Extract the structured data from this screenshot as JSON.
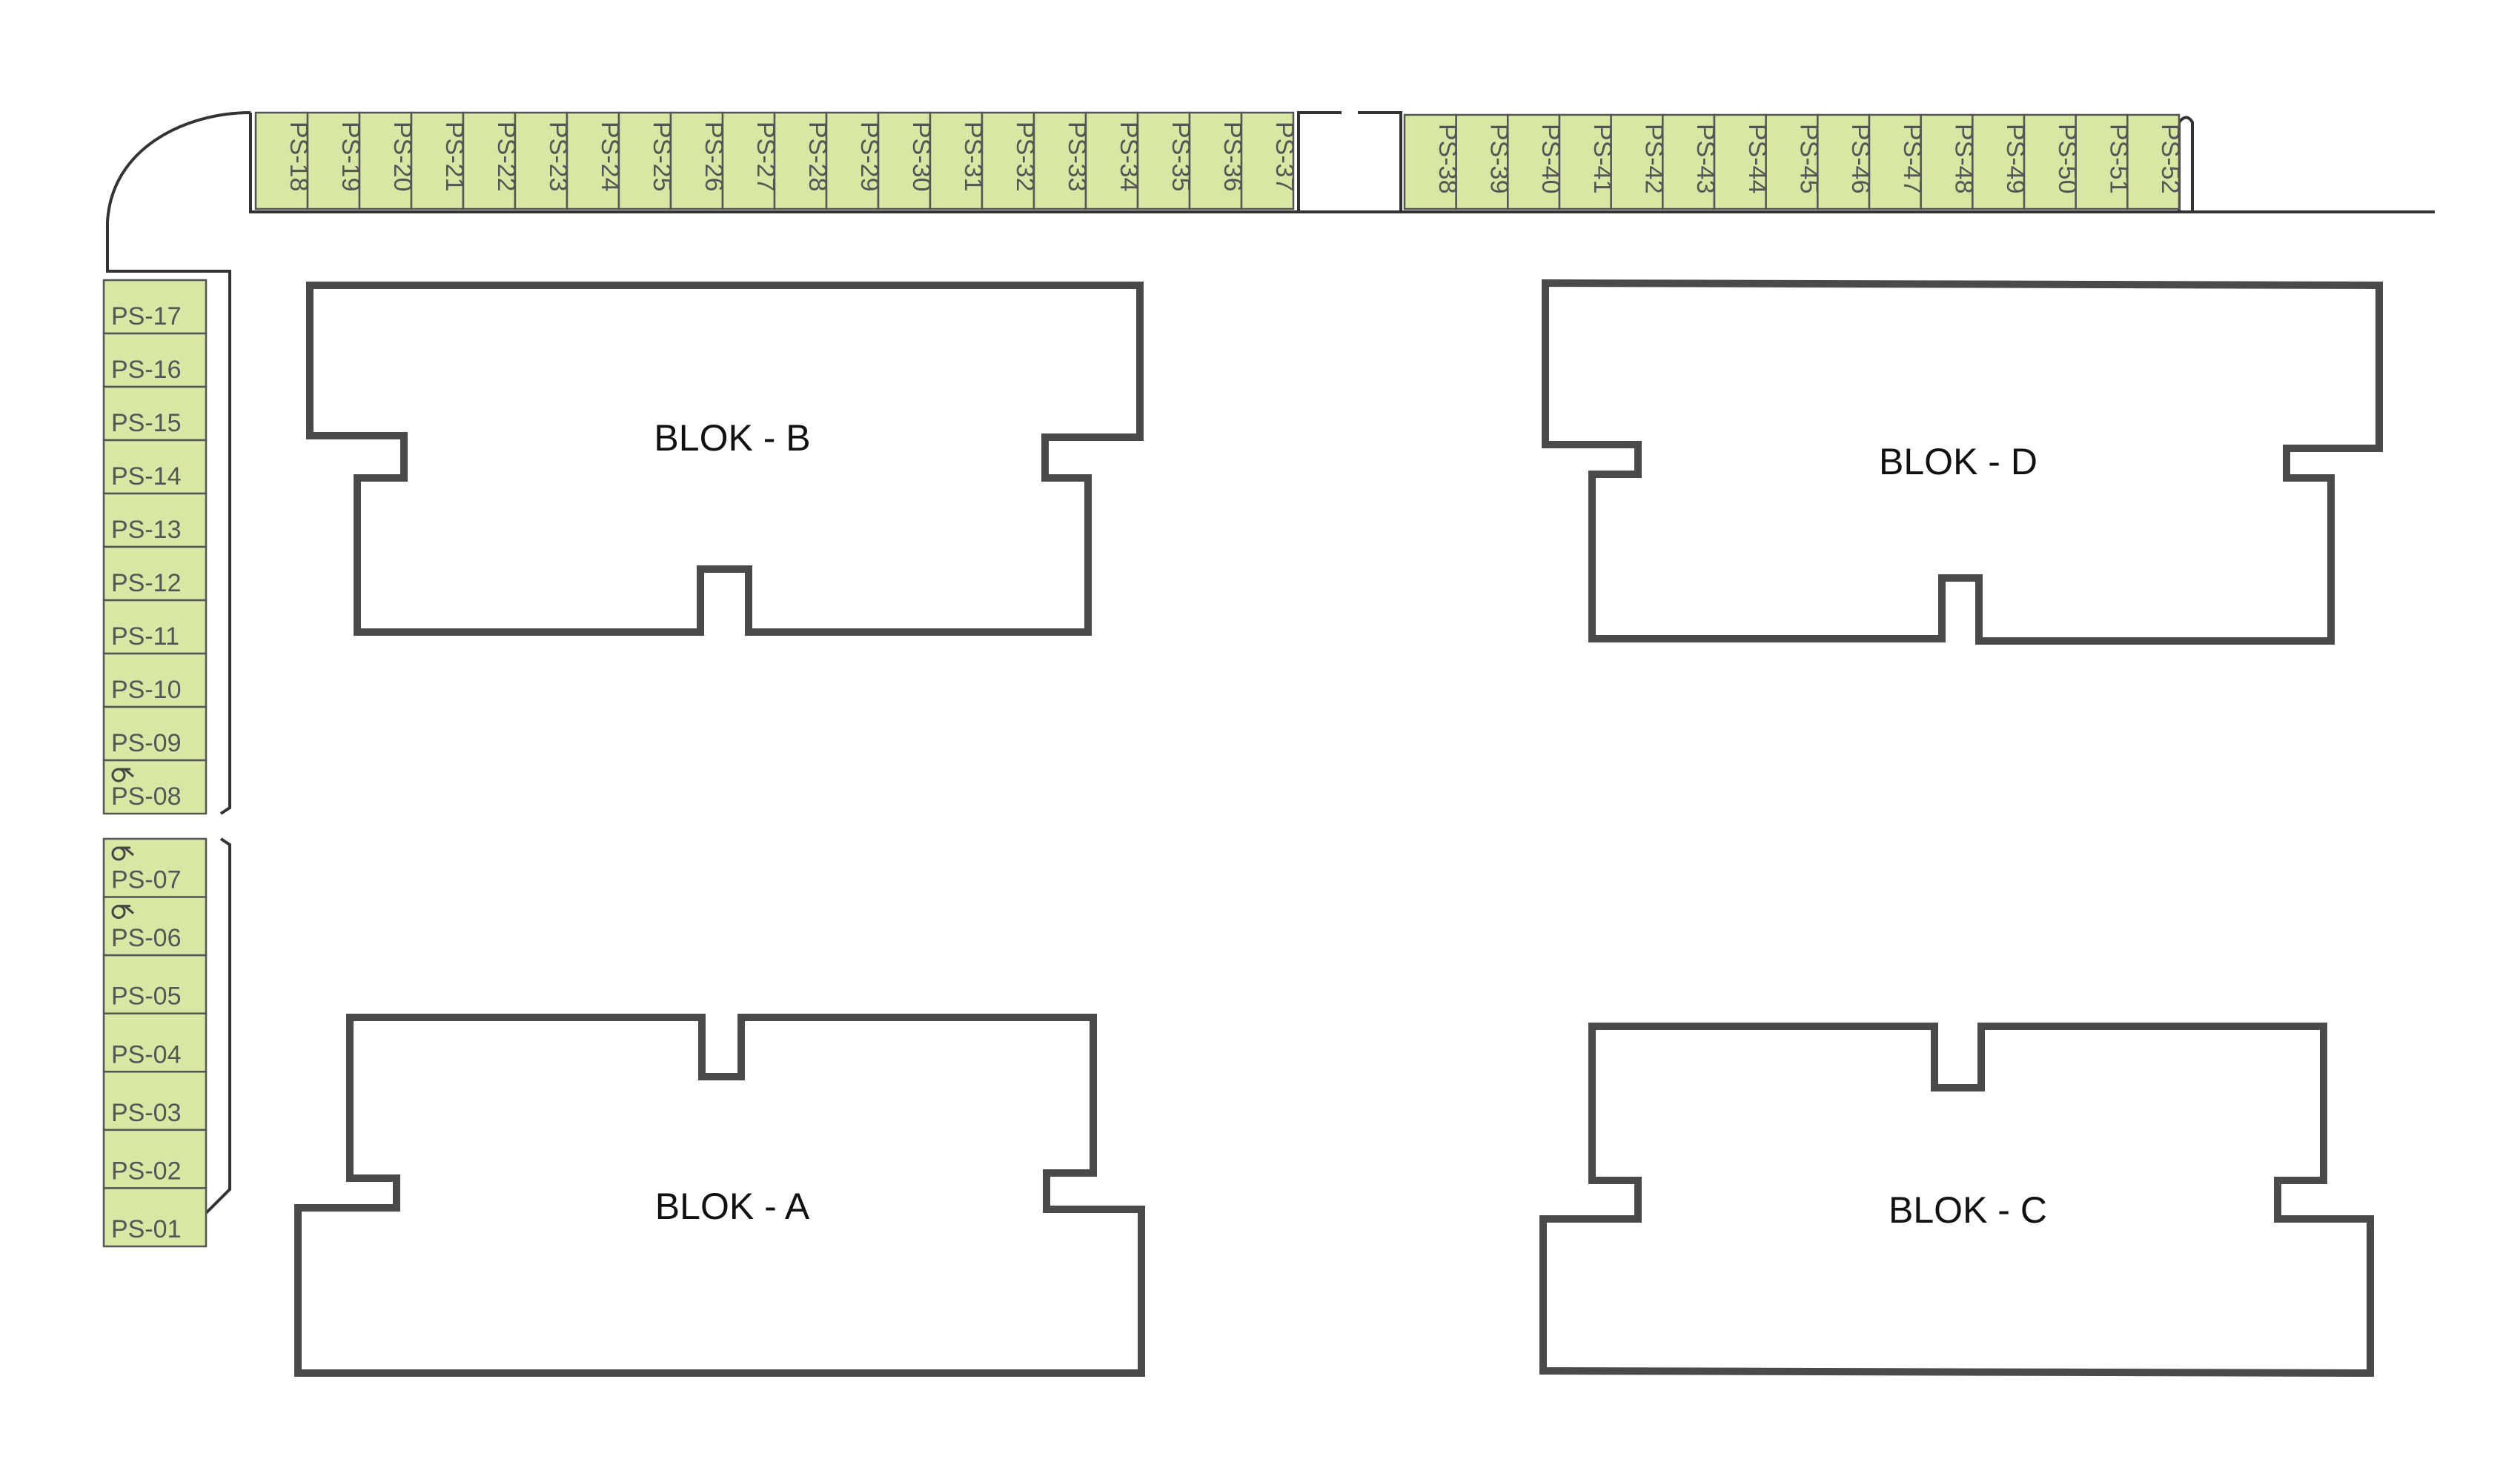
{
  "map": {
    "blocks": [
      {
        "id": "B",
        "label": "BLOK - B"
      },
      {
        "id": "D",
        "label": "BLOK - D"
      },
      {
        "id": "A",
        "label": "BLOK - A"
      },
      {
        "id": "C",
        "label": "BLOK - C"
      }
    ],
    "left_slots": [
      {
        "label": "PS-17",
        "accessible": false
      },
      {
        "label": "PS-16",
        "accessible": false
      },
      {
        "label": "PS-15",
        "accessible": false
      },
      {
        "label": "PS-14",
        "accessible": false
      },
      {
        "label": "PS-13",
        "accessible": false
      },
      {
        "label": "PS-12",
        "accessible": false
      },
      {
        "label": "PS-11",
        "accessible": false
      },
      {
        "label": "PS-10",
        "accessible": false
      },
      {
        "label": "PS-09",
        "accessible": false
      },
      {
        "label": "PS-08",
        "accessible": true
      },
      {
        "label": "PS-07",
        "accessible": true
      },
      {
        "label": "PS-06",
        "accessible": true
      },
      {
        "label": "PS-05",
        "accessible": false
      },
      {
        "label": "PS-04",
        "accessible": false
      },
      {
        "label": "PS-03",
        "accessible": false
      },
      {
        "label": "PS-02",
        "accessible": false
      },
      {
        "label": "PS-01",
        "accessible": false
      }
    ],
    "top_slots_left": [
      "PS-18",
      "PS-19",
      "PS-20",
      "PS-21",
      "PS-22",
      "PS-23",
      "PS-24",
      "PS-25",
      "PS-26",
      "PS-27",
      "PS-28",
      "PS-29",
      "PS-30",
      "PS-31",
      "PS-32",
      "PS-33",
      "PS-34",
      "PS-35",
      "PS-36",
      "PS-37"
    ],
    "top_slots_right": [
      "PS-38",
      "PS-39",
      "PS-40",
      "PS-41",
      "PS-42",
      "PS-43",
      "PS-44",
      "PS-45",
      "PS-46",
      "PS-47",
      "PS-48",
      "PS-49",
      "PS-50",
      "PS-51",
      "PS-52"
    ],
    "colors": {
      "slot_fill": "#d7e8a4",
      "slot_stroke": "#555555",
      "block_outline": "#4a4a4a"
    },
    "accessible_icon": "wheelchair-icon"
  }
}
